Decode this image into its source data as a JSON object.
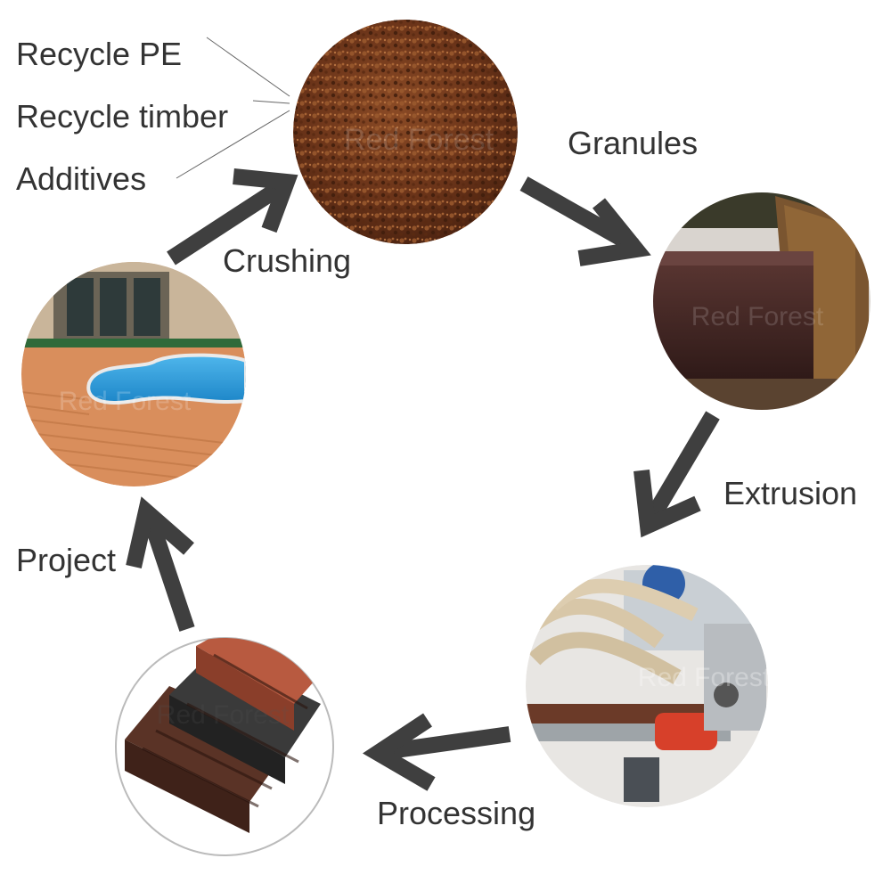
{
  "materials": [
    "Recycle PE",
    "Recycle timber",
    "Additives"
  ],
  "steps": {
    "granules": "Granules",
    "extrusion": "Extrusion",
    "processing": "Processing",
    "project": "Project",
    "crushing": "Crushing"
  },
  "watermark": "Red Forest",
  "colors": {
    "arrow": "#3f3f3f",
    "text": "#333333",
    "granules": "#6b3419",
    "board": "#3e2320",
    "deck_wood": "#d98e5c",
    "pool_water": "#2d9fe0",
    "deck_red": "#b85a40",
    "deck_black": "#3a3a3a",
    "deck_brown": "#5a3326"
  },
  "icons": [
    "granules-image",
    "board-image",
    "machine-image",
    "decking-image",
    "pool-deck-image"
  ]
}
